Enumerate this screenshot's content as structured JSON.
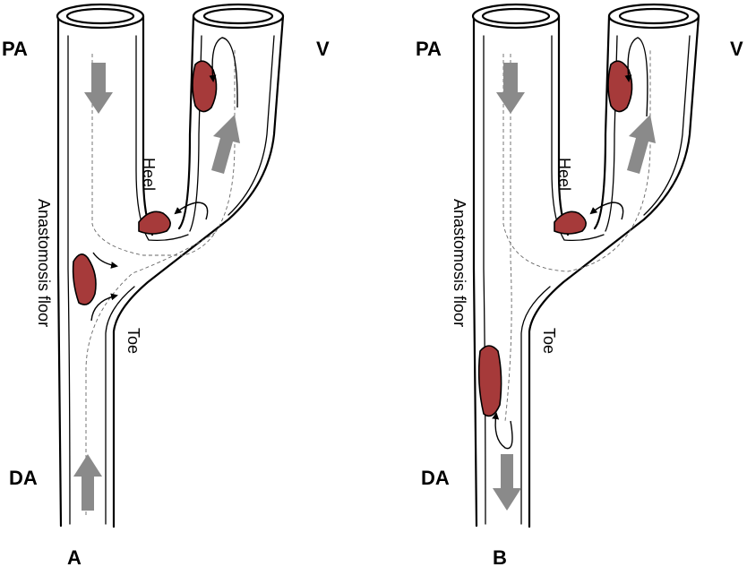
{
  "panel_a": {
    "letter": "A",
    "pa_label": "PA",
    "v_label": "V",
    "da_label": "DA",
    "heel_label": "Heel",
    "floor_label": "Anastomosis floor",
    "toe_label": "Toe"
  },
  "panel_b": {
    "letter": "B",
    "pa_label": "PA",
    "v_label": "V",
    "da_label": "DA",
    "heel_label": "Heel",
    "floor_label": "Anastomosis floor",
    "toe_label": "Toe"
  },
  "colors": {
    "thrombus": "#a63a3a",
    "flow_arrow": "#8a8a8a",
    "outline": "#000000"
  }
}
